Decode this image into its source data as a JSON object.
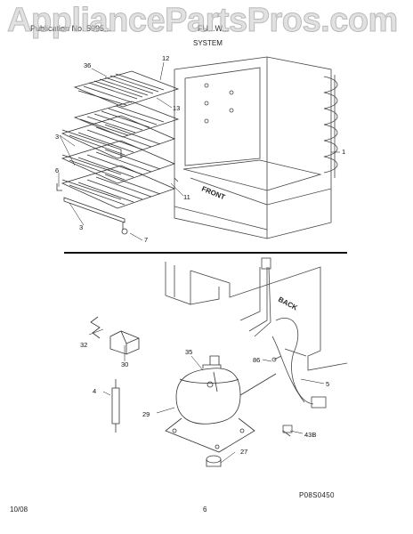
{
  "watermark": "AppliancePartsPros.com",
  "header": {
    "left": "Publication No. 5995...",
    "model": "FU...W...",
    "section": "SYSTEM"
  },
  "top_diagram": {
    "part_numbers": [
      "36",
      "12",
      "13",
      "3",
      "6",
      "11",
      "1",
      "3",
      "7"
    ],
    "front_label": "FRONT"
  },
  "bottom_diagram": {
    "part_numbers": [
      "32",
      "30",
      "35",
      "86",
      "5",
      "4",
      "29",
      "43B",
      "27"
    ],
    "back_label": "BACK",
    "diagram_code": "P08S0450"
  },
  "footer": {
    "date": "10/08",
    "page": "6"
  }
}
